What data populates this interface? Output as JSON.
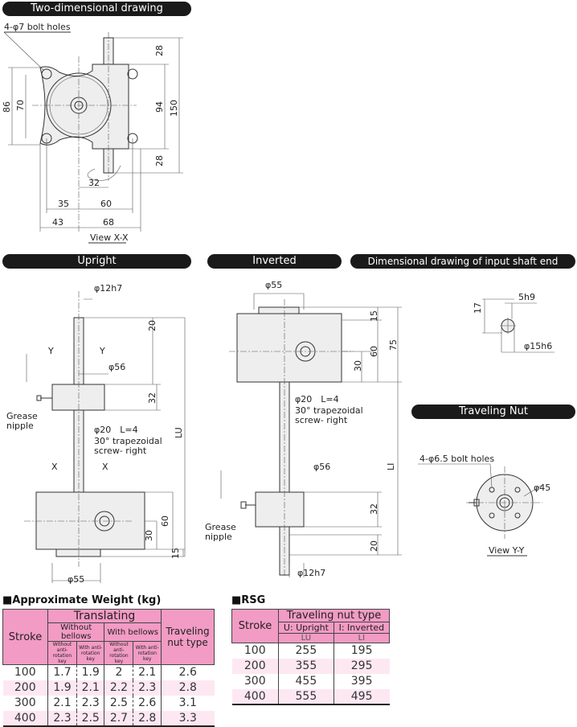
{
  "headers": {
    "two_dim": "Two-dimensional drawing",
    "upright": "Upright",
    "inverted": "Inverted",
    "shaft_end": "Dimensional drawing of input shaft end",
    "traveling_nut": "Traveling Nut"
  },
  "top_view": {
    "bolt_holes": "4-φ7 bolt holes",
    "d86": "86",
    "d70": "70",
    "d94": "94",
    "d150": "150",
    "d28a": "28",
    "d28b": "28",
    "d32": "32",
    "d35": "35",
    "d60": "60",
    "d43": "43",
    "d68": "68",
    "view": "View X-X"
  },
  "upright": {
    "shaft": "φ12h7",
    "d20": "20",
    "y1": "Y",
    "y2": "Y",
    "d56": "φ56",
    "d32": "32",
    "grease1": "Grease",
    "grease2": "nipple",
    "screw1": "φ20　L=4",
    "screw2": "30° trapezoidal",
    "screw3": "screw- right",
    "lu": "LU",
    "x1": "X",
    "x2": "X",
    "d60": "60",
    "d30": "30",
    "d15": "15",
    "d55": "φ55"
  },
  "inverted": {
    "d55": "φ55",
    "d15": "15",
    "d75": "75",
    "d60": "60",
    "d30": "30",
    "screw1": "φ20　L=4",
    "screw2": "30° trapezoidal",
    "screw3": "screw- right",
    "li": "LI",
    "d56": "φ56",
    "d32": "32",
    "grease1": "Grease",
    "grease2": "nipple",
    "d20": "20",
    "shaft": "φ12h7"
  },
  "shaft_end": {
    "d17": "17",
    "key": "5h9",
    "dia": "φ15h6"
  },
  "nut": {
    "holes": "4-φ6.5 bolt holes",
    "d45": "φ45",
    "view": "View Y-Y"
  },
  "weight_table": {
    "title": "■Approximate Weight (kg)",
    "stroke": "Stroke",
    "translating": "Translating",
    "without_bellows": "Without bellows",
    "with_bellows": "With bellows",
    "without_key": "Without anti-rotation key",
    "with_key": "With anti-rotation key",
    "nut_type": "Traveling nut type",
    "rows": [
      [
        "100",
        "1.7",
        "1.9",
        "2",
        "2.1",
        "2.6"
      ],
      [
        "200",
        "1.9",
        "2.1",
        "2.2",
        "2.3",
        "2.8"
      ],
      [
        "300",
        "2.1",
        "2.3",
        "2.5",
        "2.6",
        "3.1"
      ],
      [
        "400",
        "2.3",
        "2.5",
        "2.7",
        "2.8",
        "3.3"
      ]
    ]
  },
  "rsg_table": {
    "title": "■RSG",
    "stroke": "Stroke",
    "nut_type": "Traveling nut type",
    "upright": "U: Upright",
    "inverted": "I: Inverted",
    "lu": "LU",
    "li": "LI",
    "rows": [
      [
        "100",
        "255",
        "195"
      ],
      [
        "200",
        "355",
        "295"
      ],
      [
        "300",
        "455",
        "395"
      ],
      [
        "400",
        "555",
        "495"
      ]
    ]
  },
  "colors": {
    "header_pink": "#f29bc4",
    "row_pink": "#fde8f2"
  }
}
